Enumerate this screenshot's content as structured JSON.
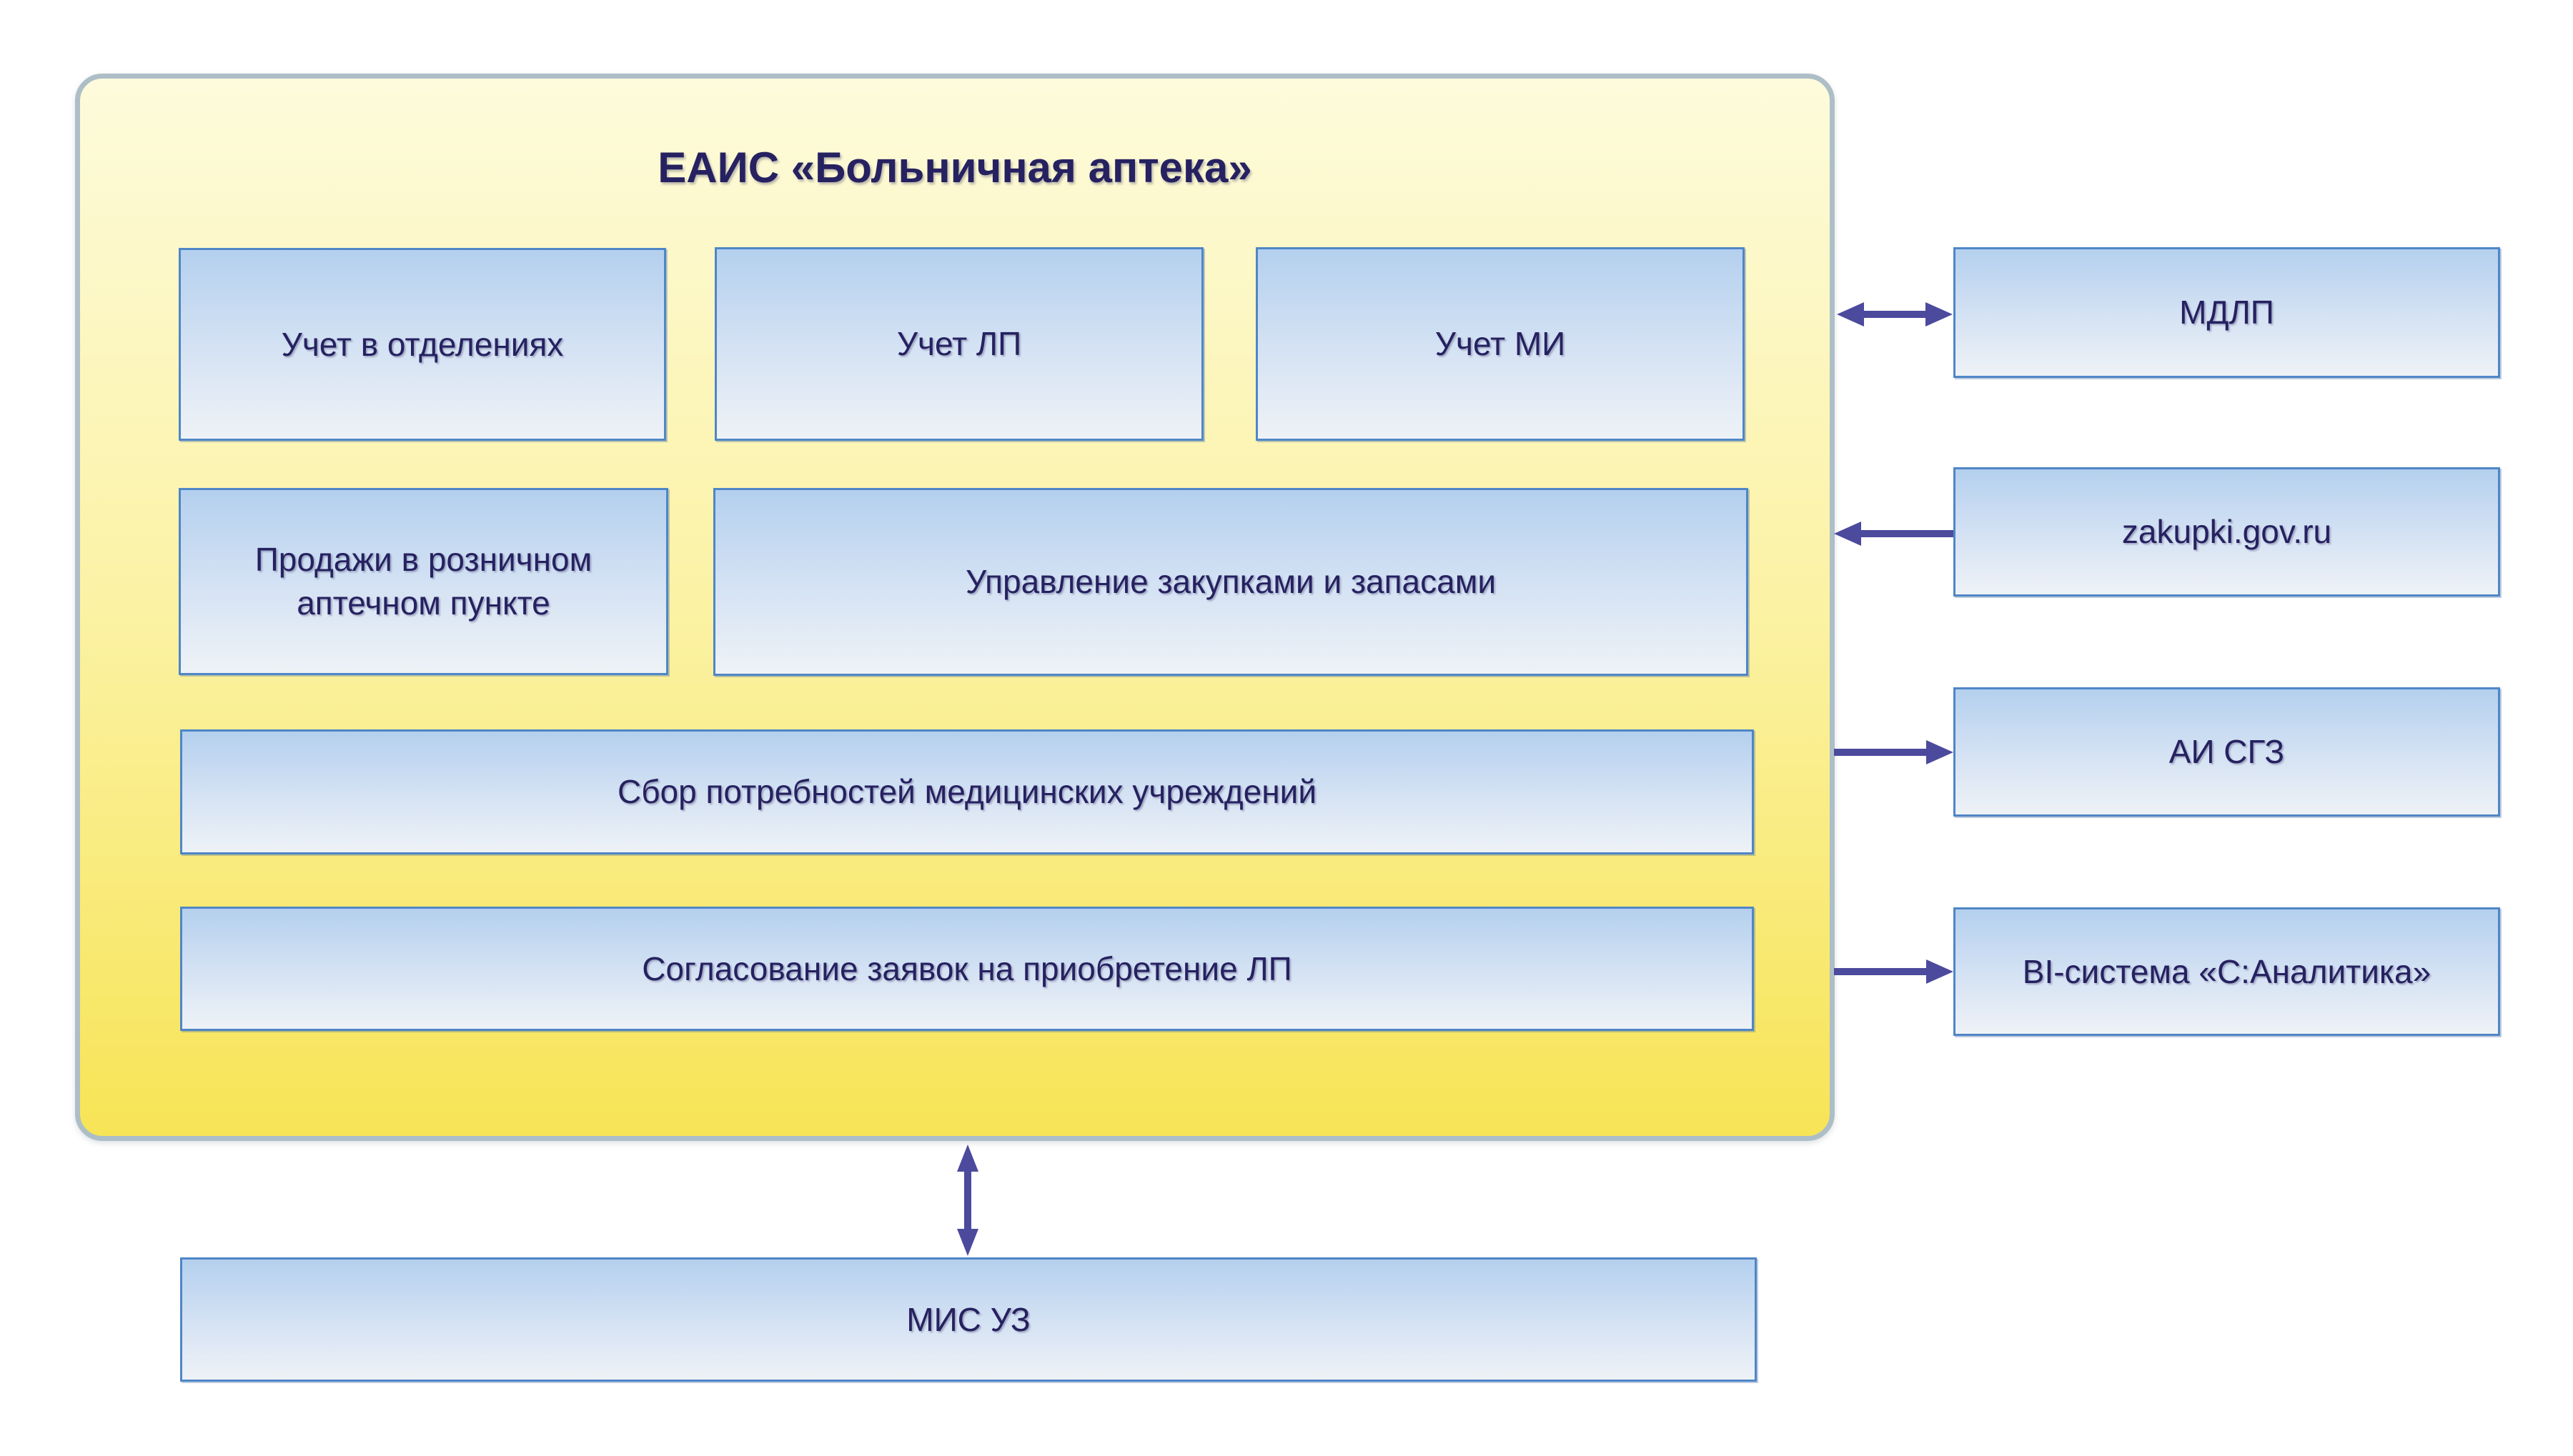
{
  "diagram": {
    "title": "ЕАИС «Больничная аптека»",
    "modules": [
      {
        "id": "uchet-v-otdeleniyakh",
        "label": "Учет в отделениях"
      },
      {
        "id": "uchet-lp",
        "label": "Учет ЛП"
      },
      {
        "id": "uchet-mi",
        "label": "Учет МИ"
      },
      {
        "id": "prodazhi-roznichny-aptechny-punkt",
        "label": "Продажи в розничном аптечном пункте"
      },
      {
        "id": "upravlenie-zakupkami",
        "label": "Управление закупками и запасами"
      },
      {
        "id": "sbor-potrebnostey",
        "label": "Сбор потребностей медицинских учреждений"
      },
      {
        "id": "soglasovanie-zayavok",
        "label": "Согласование заявок на приобретение ЛП"
      }
    ],
    "external_systems": [
      {
        "id": "mdlp",
        "label": "МДЛП",
        "connection": "bidirectional"
      },
      {
        "id": "zakupki",
        "label": "zakupki.gov.ru",
        "connection": "into-eais"
      },
      {
        "id": "ai-sgz",
        "label": "АИ СГЗ",
        "connection": "from-eais"
      },
      {
        "id": "bi-analitika",
        "label": "BI-система «С:Аналитика»",
        "connection": "from-eais"
      }
    ],
    "bottom_system": {
      "id": "mis-uz",
      "label": "МИС УЗ",
      "connection": "bidirectional"
    },
    "colors": {
      "container_fill_top": "#fdfbdc",
      "container_fill_bottom": "#f7e456",
      "container_border": "#adbec7",
      "node_fill_top": "#b4d0ee",
      "node_fill_bottom": "#eef2f6",
      "node_border": "#4f86c6",
      "text": "#262160",
      "arrow": "#4c4a9d"
    }
  }
}
